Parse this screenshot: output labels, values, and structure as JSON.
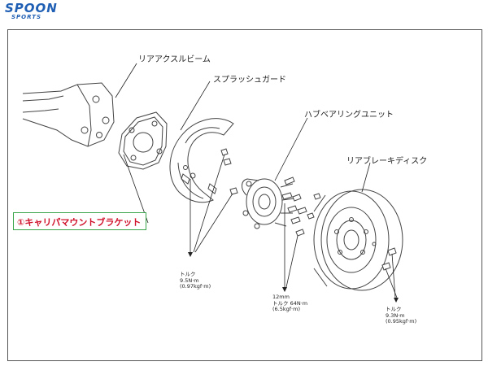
{
  "brand": {
    "logo_main": "SPOON",
    "logo_sub": "SPORTS",
    "color": "#1f5fb4"
  },
  "labels": {
    "rear_axle_beam": "リアアクスルビーム",
    "splash_guard": "スプラッシュガード",
    "hub_bearing_unit": "ハブベアリングユニット",
    "rear_brake_disc": "リアブレーキディスク",
    "caliper_mount_bracket": "①キャリパマウントブラケット"
  },
  "torque_specs": {
    "splash_guard_bolts": {
      "line1": "トルク",
      "line2": "9.5N·m",
      "line3": "(0.97kgf·m)"
    },
    "hub_bolts": {
      "line1": "12mm",
      "line2": "トルク 64N·m",
      "line3": "(6.5kgf·m)"
    },
    "disc_screws": {
      "line1": "トルク",
      "line2": "9.3N·m",
      "line3": "(0.95kgf·m)"
    }
  },
  "colors": {
    "callout_border": "#3aa44a",
    "callout_text": "#d0102a"
  }
}
